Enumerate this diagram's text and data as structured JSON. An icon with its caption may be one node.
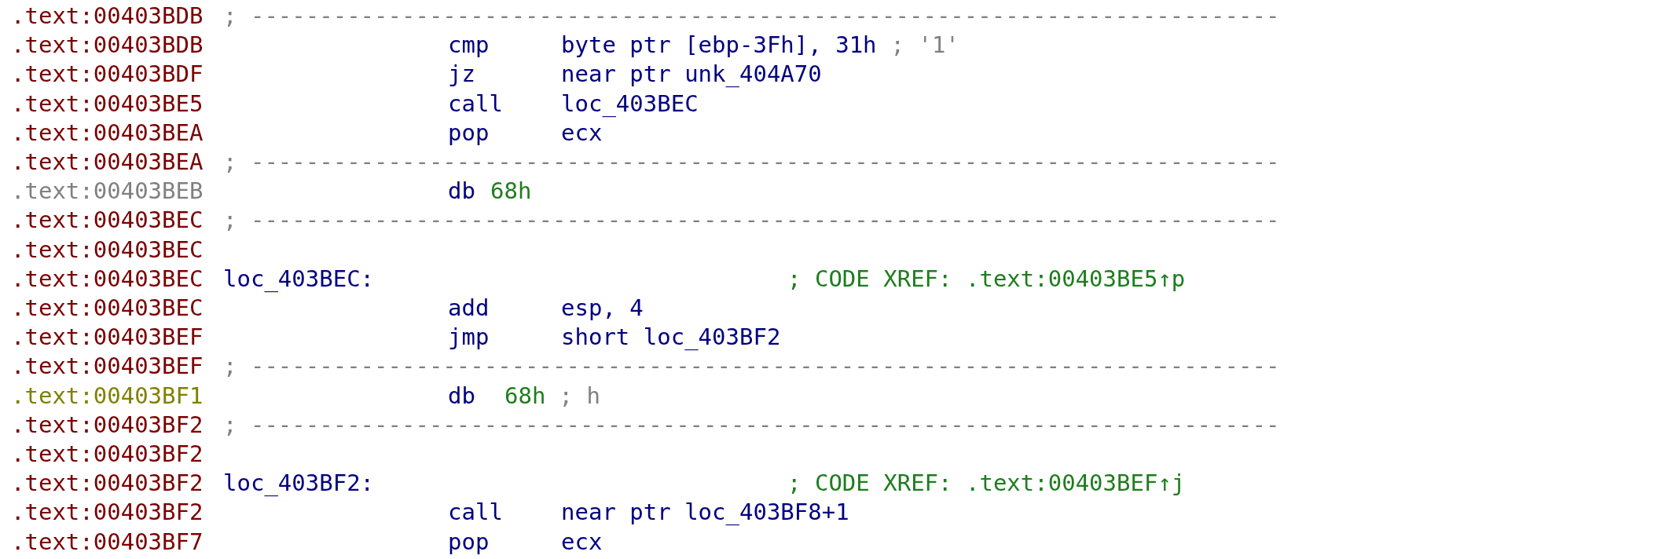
{
  "diagram": {
    "labels": [
      ".text:00403BDB",
      "; ---------------------------------------------------------------------------",
      ".text:00403BDB",
      "cmp",
      "byte ptr [ebp-3Fh], 31h",
      "; '1'",
      ".text:00403BDF",
      "jz",
      "near ptr unk_404A70",
      ".text:00403BE5",
      "call",
      "loc_403BEC",
      ".text:00403BEA",
      "pop",
      "ecx",
      ".text:00403BEA",
      "; ---------------------------------------------------------------------------",
      ".text:00403BEB",
      "db",
      "68h",
      ".text:00403BEC",
      "; ---------------------------------------------------------------------------",
      ".text:00403BEC",
      ".text:00403BEC",
      "loc_403BEC:",
      "; CODE XREF: .text:00403BE5↑p",
      ".text:00403BEC",
      "add",
      "esp, 4",
      ".text:00403BEF",
      "jmp",
      "short loc_403BF2",
      ".text:00403BEF",
      "; ---------------------------------------------------------------------------",
      ".text:00403BF1",
      "db",
      "68h",
      "; h",
      ".text:00403BF2",
      "; ---------------------------------------------------------------------------",
      ".text:00403BF2",
      ".text:00403BF2",
      "loc_403BF2:",
      "; CODE XREF: .text:00403BEF↑j",
      ".text:00403BF2",
      "call",
      "near ptr loc_403BF8+1",
      ".text:00403BF7",
      "pop",
      "ecx"
    ]
  }
}
